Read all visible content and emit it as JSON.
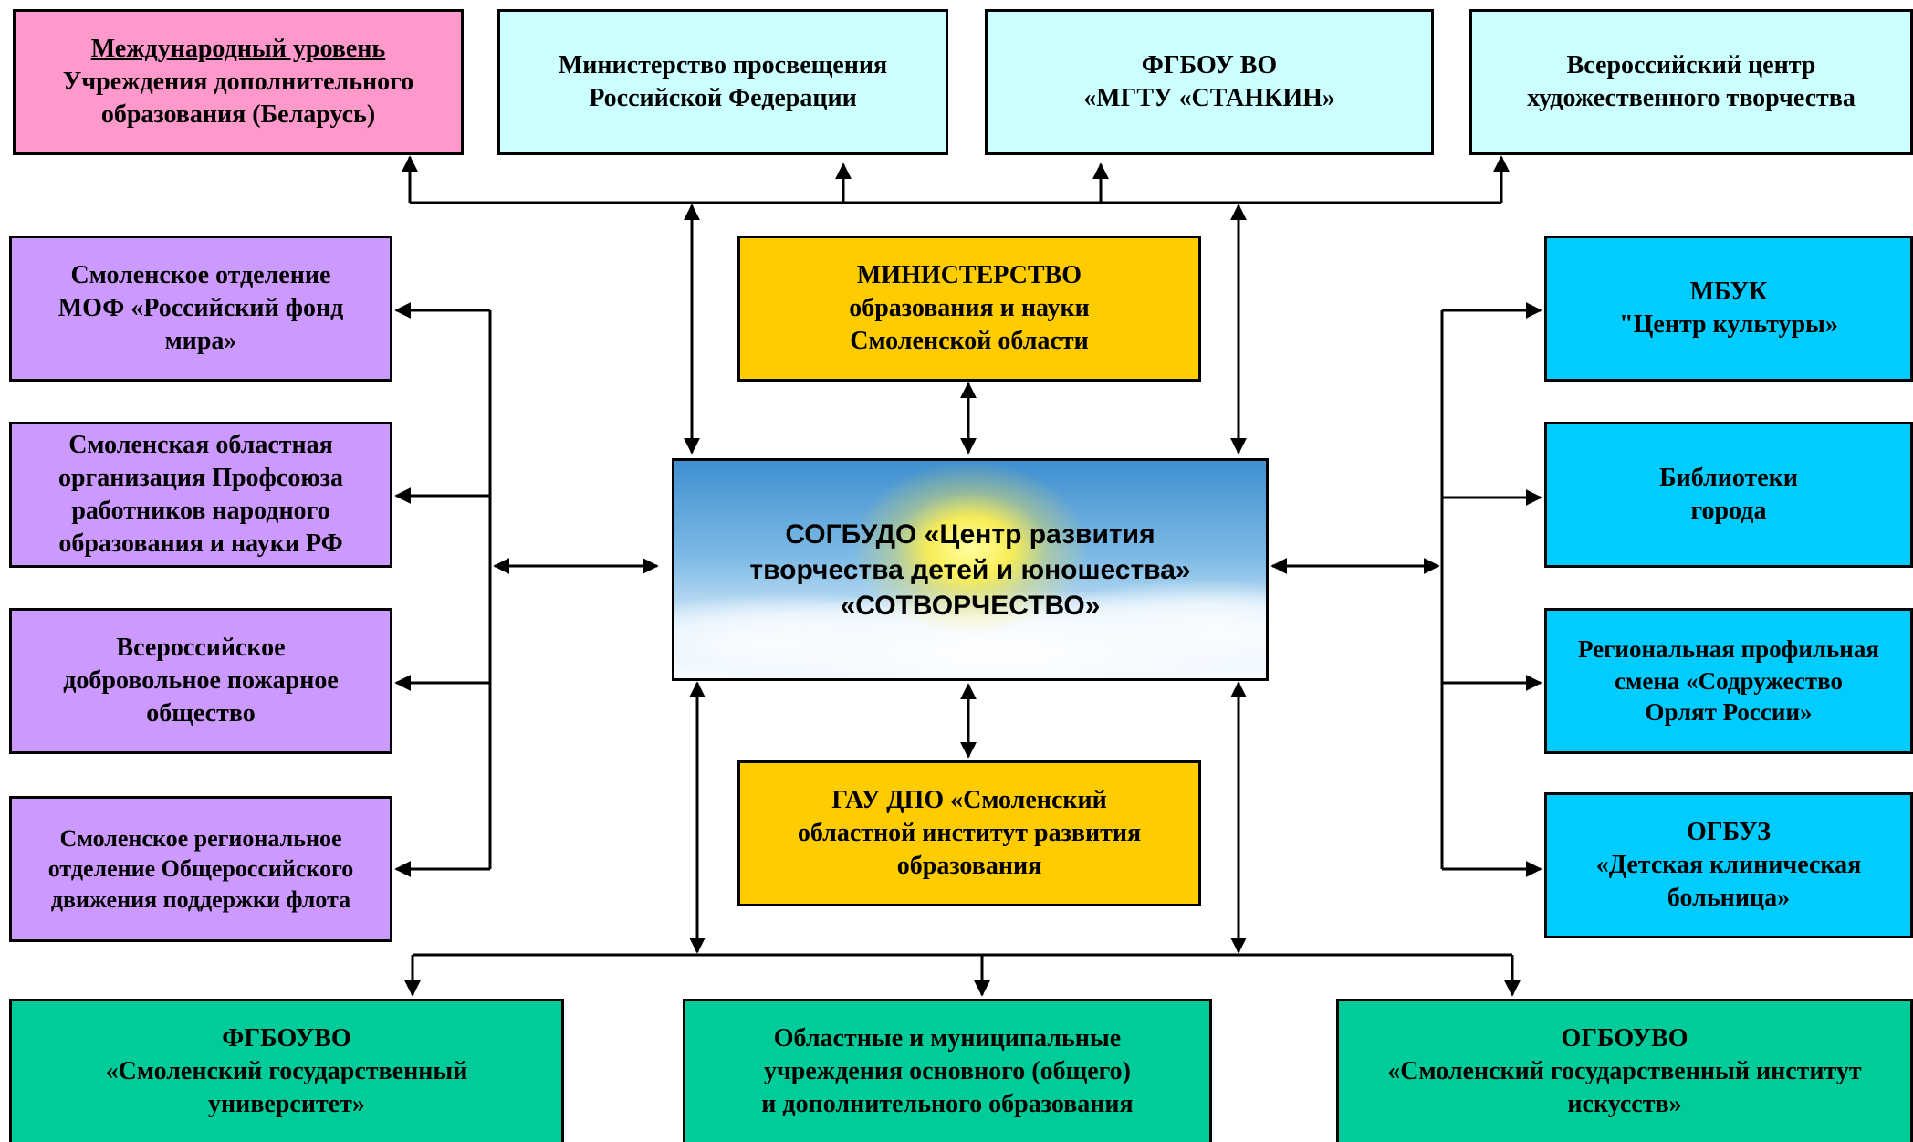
{
  "nodes": {
    "intl": {
      "heading": "Международный уровень",
      "lines": [
        "Учреждения дополнительного",
        "образования (Беларусь)"
      ]
    },
    "minpros": {
      "lines": [
        "Министерство просвещения",
        "Российской Федерации"
      ]
    },
    "stankin": {
      "lines": [
        "ФГБОУ ВО",
        "«МГТУ «СТАНКИН»"
      ]
    },
    "vchtv": {
      "lines": [
        "Всероссийский центр",
        "художественного творчества"
      ]
    },
    "minobr": {
      "lines": [
        "МИНИСТЕРСТВО",
        "образования и науки",
        "Смоленской области"
      ]
    },
    "center": {
      "lines": [
        "СОГБУДО «Центр развития",
        "творчества детей и юношества»",
        "«СОТВОРЧЕСТВО»"
      ]
    },
    "gau": {
      "lines": [
        "ГАУ ДПО «Смоленский",
        "областной институт развития",
        "образования"
      ]
    },
    "mof": {
      "lines": [
        "Смоленское отделение",
        "МОФ «Российский фонд",
        "мира»"
      ]
    },
    "profsoyuz": {
      "lines": [
        "Смоленская областная",
        "организация Профсоюза",
        "работников народного",
        "образования и науки РФ"
      ]
    },
    "vdpo": {
      "lines": [
        "Всероссийское",
        "добровольное пожарное",
        "общество"
      ]
    },
    "flot": {
      "lines": [
        "Смоленское региональное",
        "отделение Общероссийского",
        "движения поддержки флота"
      ]
    },
    "mbuk": {
      "lines": [
        "МБУК",
        "\"Центр культуры»"
      ]
    },
    "biblio": {
      "lines": [
        "Библиотеки",
        "города"
      ]
    },
    "orlyata": {
      "lines": [
        "Региональная профильная",
        "смена «Содружество",
        "Орлят России»"
      ]
    },
    "ogbuz": {
      "lines": [
        "ОГБУЗ",
        "«Детская клиническая",
        "больница»"
      ]
    },
    "smolgu": {
      "lines": [
        "ФГБОУВО",
        "«Смоленский государственный",
        "университет»"
      ]
    },
    "schools": {
      "lines": [
        "Областные и муниципальные",
        "учреждения основного (общего)",
        "и дополнительного образования"
      ]
    },
    "sgii": {
      "lines": [
        "ОГБОУВО",
        "«Смоленский государственный институт",
        "искусств»"
      ]
    }
  },
  "colors": {
    "international": "#ff99cc",
    "federal": "#ccffff",
    "regional_ministry": "#ffcc00",
    "public_organizations": "#cc99ff",
    "city_partners": "#00ccff",
    "education_institutions": "#00cc99",
    "connector": "#000000"
  }
}
